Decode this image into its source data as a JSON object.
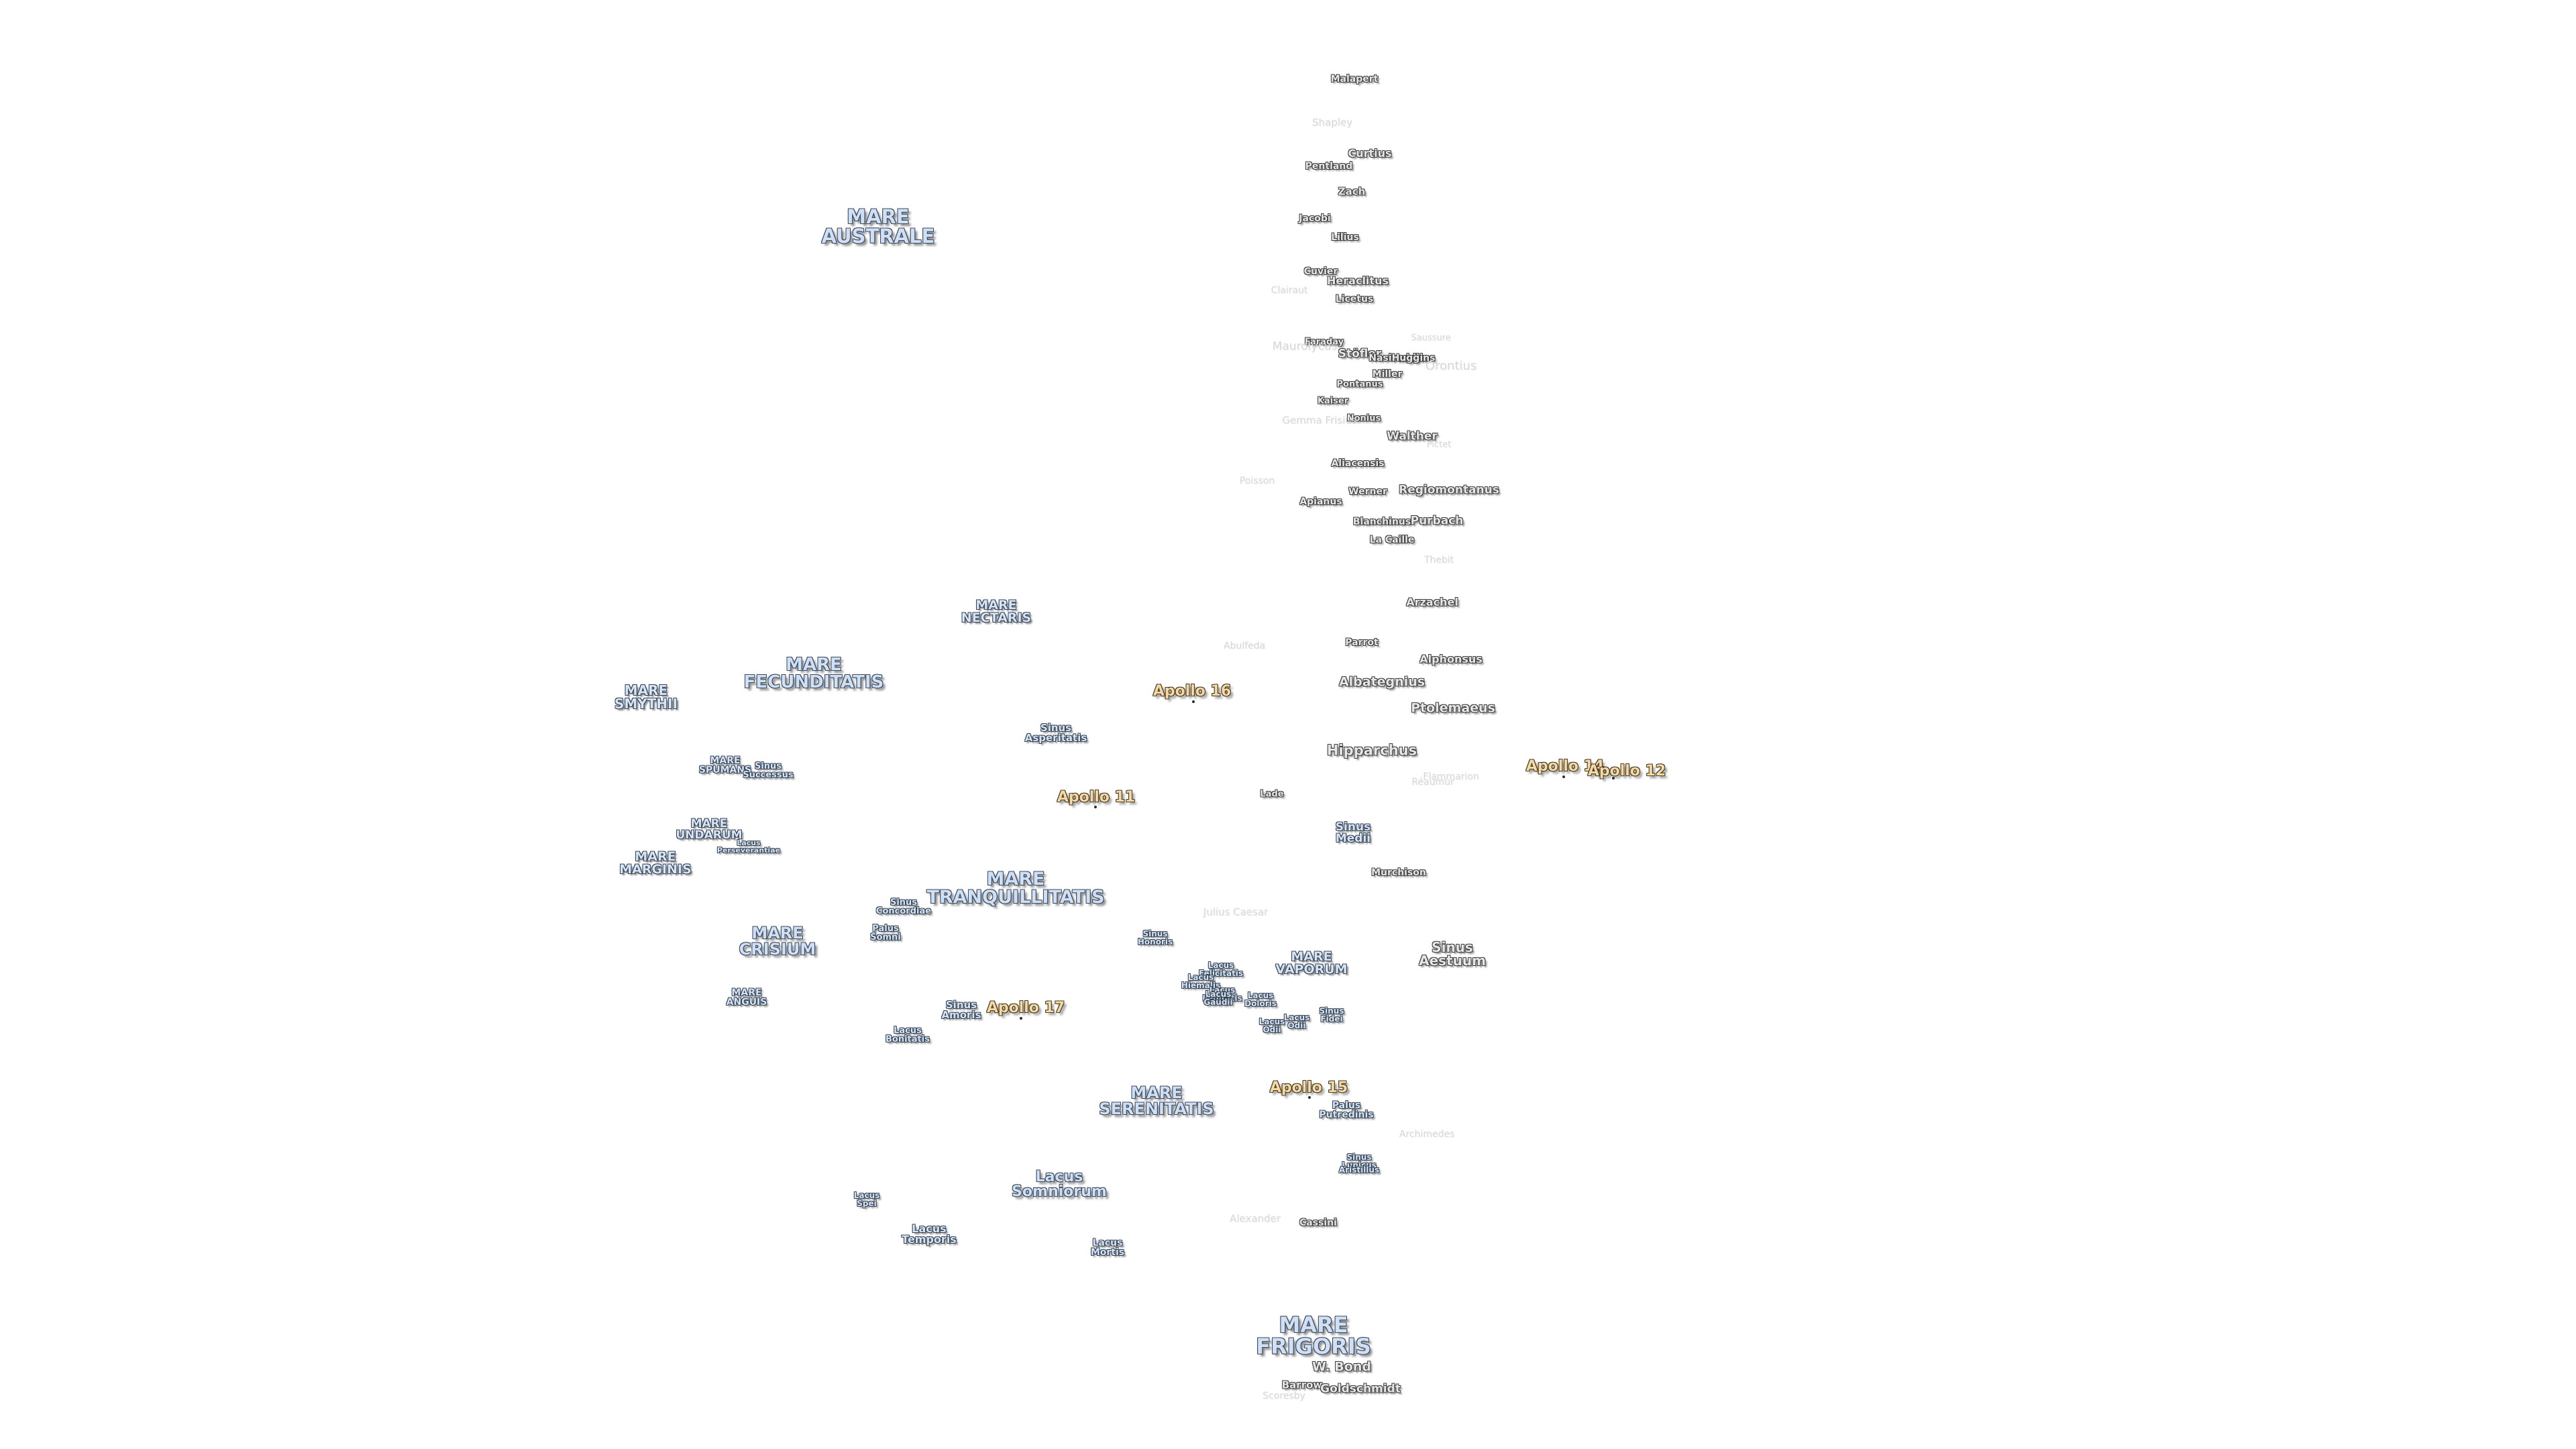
{
  "map": {
    "labels": [
      {
        "text": "Malapert",
        "kind": "crater",
        "size": 14
      },
      {
        "text": "Shapley",
        "kind": "faint",
        "size": 15
      },
      {
        "text": "Curtius",
        "kind": "crater",
        "size": 16
      },
      {
        "text": "Pentland",
        "kind": "crater",
        "size": 14
      },
      {
        "text": "Zach",
        "kind": "crater",
        "size": 15
      },
      {
        "text": "Jacobi",
        "kind": "crater",
        "size": 14
      },
      {
        "text": "Lilius",
        "kind": "crater",
        "size": 14
      },
      {
        "text": "Cuvier",
        "kind": "crater",
        "size": 14
      },
      {
        "text": "Heraclitus",
        "kind": "crater",
        "size": 16
      },
      {
        "text": "Clairaut",
        "kind": "faint",
        "size": 14
      },
      {
        "text": "Licetus",
        "kind": "crater",
        "size": 14
      },
      {
        "text": "Saussure",
        "kind": "faint",
        "size": 13
      },
      {
        "text": "Faraday",
        "kind": "crater",
        "size": 13
      },
      {
        "text": "Maurolycus",
        "kind": "faint",
        "size": 17
      },
      {
        "text": "Stöfler",
        "kind": "crater",
        "size": 17
      },
      {
        "text": "Nasireddin",
        "kind": "crater",
        "size": 14
      },
      {
        "text": "Huggins",
        "kind": "crater",
        "size": 14
      },
      {
        "text": "Orontius",
        "kind": "faint",
        "size": 18
      },
      {
        "text": "Miller",
        "kind": "crater",
        "size": 14
      },
      {
        "text": "Pontanus",
        "kind": "crater",
        "size": 13
      },
      {
        "text": "Kaiser",
        "kind": "crater",
        "size": 13
      },
      {
        "text": "Nonius",
        "kind": "crater",
        "size": 13
      },
      {
        "text": "Gemma Frisius",
        "kind": "faint",
        "size": 15
      },
      {
        "text": "Walther",
        "kind": "crater",
        "size": 17
      },
      {
        "text": "Aliacensis",
        "kind": "crater",
        "size": 14
      },
      {
        "text": "Pictet",
        "kind": "faint",
        "size": 13
      },
      {
        "text": "Poisson",
        "kind": "faint",
        "size": 14
      },
      {
        "text": "Werner",
        "kind": "crater",
        "size": 14
      },
      {
        "text": "Regiomontanus",
        "kind": "crater",
        "size": 17
      },
      {
        "text": "Apianus",
        "kind": "crater",
        "size": 14
      },
      {
        "text": "Blanchinus",
        "kind": "crater",
        "size": 14
      },
      {
        "text": "Purbach",
        "kind": "crater",
        "size": 17
      },
      {
        "text": "La Caille",
        "kind": "crater",
        "size": 14
      },
      {
        "text": "Thebit",
        "kind": "faint",
        "size": 14
      },
      {
        "text": "Arzachel",
        "kind": "crater",
        "size": 16
      },
      {
        "text": "Abulfeda",
        "kind": "faint",
        "size": 14
      },
      {
        "text": "Parrot",
        "kind": "crater",
        "size": 14
      },
      {
        "text": "Alphonsus",
        "kind": "crater",
        "size": 16
      },
      {
        "text": "Albategnius",
        "kind": "crater",
        "size": 19
      },
      {
        "text": "Ptolemaeus",
        "kind": "crater",
        "size": 19
      },
      {
        "text": "Hipparchus",
        "kind": "crater",
        "size": 21
      },
      {
        "text": "Réaumur",
        "kind": "faint",
        "size": 14
      },
      {
        "text": "Flammarion",
        "kind": "faint",
        "size": 14
      },
      {
        "text": "Sinus\nMedii",
        "kind": "small-mare",
        "size": 17
      },
      {
        "text": "Lade",
        "kind": "crater",
        "size": 13
      },
      {
        "text": "Murchison",
        "kind": "crater",
        "size": 14
      },
      {
        "text": "Sinus\nAestuum",
        "kind": "crater",
        "size": 20
      },
      {
        "text": "Julius Caesar",
        "kind": "faint",
        "size": 15
      },
      {
        "text": "MARE\nVAPORUM",
        "kind": "small-mare",
        "size": 19
      },
      {
        "text": "Sinus\nHonoris",
        "kind": "small-mare",
        "size": 12
      },
      {
        "text": "Lacus\nFelicitatis",
        "kind": "small-mare",
        "size": 12
      },
      {
        "text": "Lacus\nHiemalis",
        "kind": "small-mare",
        "size": 12
      },
      {
        "text": "Lacus\nLenitatis",
        "kind": "small-mare",
        "size": 12
      },
      {
        "text": "Lacus\nDoloris",
        "kind": "small-mare",
        "size": 12
      },
      {
        "text": "Lacus\nGaudii",
        "kind": "small-mare",
        "size": 12
      },
      {
        "text": "Lacus\nOdii",
        "kind": "small-mare",
        "size": 12
      },
      {
        "text": "Lacus\nOdii",
        "kind": "small-mare",
        "size": 12
      },
      {
        "text": "Sinus\nFidei",
        "kind": "small-mare",
        "size": 12
      },
      {
        "text": "Palus\nPutredinis",
        "kind": "small-mare",
        "size": 14
      },
      {
        "text": "Archimedes",
        "kind": "faint",
        "size": 14
      },
      {
        "text": "Sinus\nLunicus",
        "kind": "small-mare",
        "size": 12
      },
      {
        "text": "Aristillus",
        "kind": "small-mare",
        "size": 12
      },
      {
        "text": "Alexander",
        "kind": "faint",
        "size": 15
      },
      {
        "text": "Cassini",
        "kind": "crater",
        "size": 14
      },
      {
        "text": "MARE\nFRIGORIS",
        "kind": "mare",
        "size": 32
      },
      {
        "text": "W. Bond",
        "kind": "crater",
        "size": 19
      },
      {
        "text": "Barrow",
        "kind": "crater",
        "size": 15
      },
      {
        "text": "Goldschmidt",
        "kind": "crater",
        "size": 17
      },
      {
        "text": "Scoresby",
        "kind": "faint",
        "size": 14
      },
      {
        "text": "MARE\nAUSTRALE",
        "kind": "mare",
        "size": 29
      },
      {
        "text": "MARE\nNECTARIS",
        "kind": "small-mare",
        "size": 19
      },
      {
        "text": "MARE\nFECUNDITATIS",
        "kind": "mare",
        "size": 26
      },
      {
        "text": "MARE\nSMYTHII",
        "kind": "small-mare",
        "size": 20
      },
      {
        "text": "Sinus\nAsperitatis",
        "kind": "small-mare",
        "size": 15
      },
      {
        "text": "MARE\nSPUMANS",
        "kind": "small-mare",
        "size": 14
      },
      {
        "text": "Sinus\nSuccessus",
        "kind": "small-mare",
        "size": 13
      },
      {
        "text": "MARE\nUNDARUM",
        "kind": "small-mare",
        "size": 17
      },
      {
        "text": "Lacus\nPerseverantiae",
        "kind": "small-mare",
        "size": 11
      },
      {
        "text": "MARE\nMARGINIS",
        "kind": "small-mare",
        "size": 19
      },
      {
        "text": "MARE\nTRANQUILLITATIS",
        "kind": "mare",
        "size": 27
      },
      {
        "text": "Sinus\nConcordiae",
        "kind": "small-mare",
        "size": 13
      },
      {
        "text": "Palus\nSomni",
        "kind": "small-mare",
        "size": 13
      },
      {
        "text": "MARE\nCRISIUM",
        "kind": "mare",
        "size": 24
      },
      {
        "text": "MARE\nANGUIS",
        "kind": "small-mare",
        "size": 14
      },
      {
        "text": "Sinus\nAmoris",
        "kind": "small-mare",
        "size": 15
      },
      {
        "text": "Lacus\nBonitatis",
        "kind": "small-mare",
        "size": 13
      },
      {
        "text": "MARE\nSERENITATIS",
        "kind": "mare",
        "size": 24
      },
      {
        "text": "Lacus\nSomniorum",
        "kind": "mare",
        "size": 22
      },
      {
        "text": "Lacus\nSpei",
        "kind": "small-mare",
        "size": 12
      },
      {
        "text": "Lacus\nTemporis",
        "kind": "small-mare",
        "size": 16
      },
      {
        "text": "Lacus\nMortis",
        "kind": "small-mare",
        "size": 14
      },
      {
        "text": "Apollo 16",
        "kind": "apollo",
        "size": 22
      },
      {
        "text": "Apollo 11",
        "kind": "apollo",
        "size": 22
      },
      {
        "text": "Apollo 17",
        "kind": "apollo",
        "size": 22
      },
      {
        "text": "Apollo 15",
        "kind": "apollo",
        "size": 22
      },
      {
        "text": "Apollo 14",
        "kind": "apollo",
        "size": 22
      },
      {
        "text": "Apollo 12",
        "kind": "apollo",
        "size": 22
      }
    ]
  }
}
